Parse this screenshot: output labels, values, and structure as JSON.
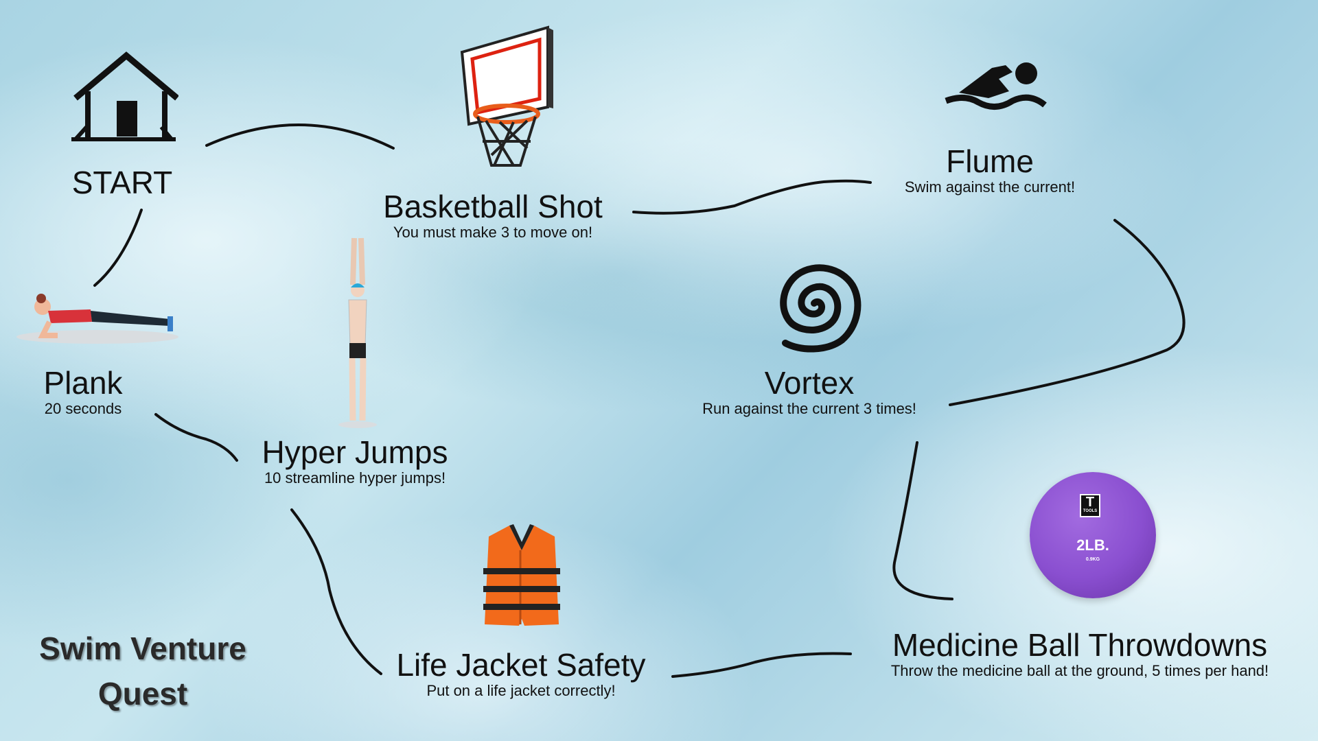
{
  "title": {
    "line1": "Swim Venture",
    "line2": "Quest"
  },
  "stations": {
    "start": {
      "title": "START"
    },
    "basketball": {
      "title": "Basketball Shot",
      "subtitle": "You must make 3 to move on!"
    },
    "flume": {
      "title": "Flume",
      "subtitle": "Swim against the current!"
    },
    "vortex": {
      "title": "Vortex",
      "subtitle": "Run against the current 3 times!"
    },
    "plank": {
      "title": "Plank",
      "subtitle": "20 seconds"
    },
    "hyper": {
      "title": "Hyper Jumps",
      "subtitle": "10 streamline hyper jumps!"
    },
    "lifejacket": {
      "title": "Life Jacket Safety",
      "subtitle": "Put on a life jacket correctly!"
    },
    "medball": {
      "title": "Medicine Ball Throwdowns",
      "subtitle": "Throw the medicine ball at the ground, 5 times per hand!"
    }
  },
  "ball": {
    "brand": "TOOLS",
    "weight": "2LB.",
    "metric": "0.9KG",
    "color": "#8a4fd0"
  },
  "colors": {
    "path": "#111111",
    "jacket": "#f26a1b"
  }
}
